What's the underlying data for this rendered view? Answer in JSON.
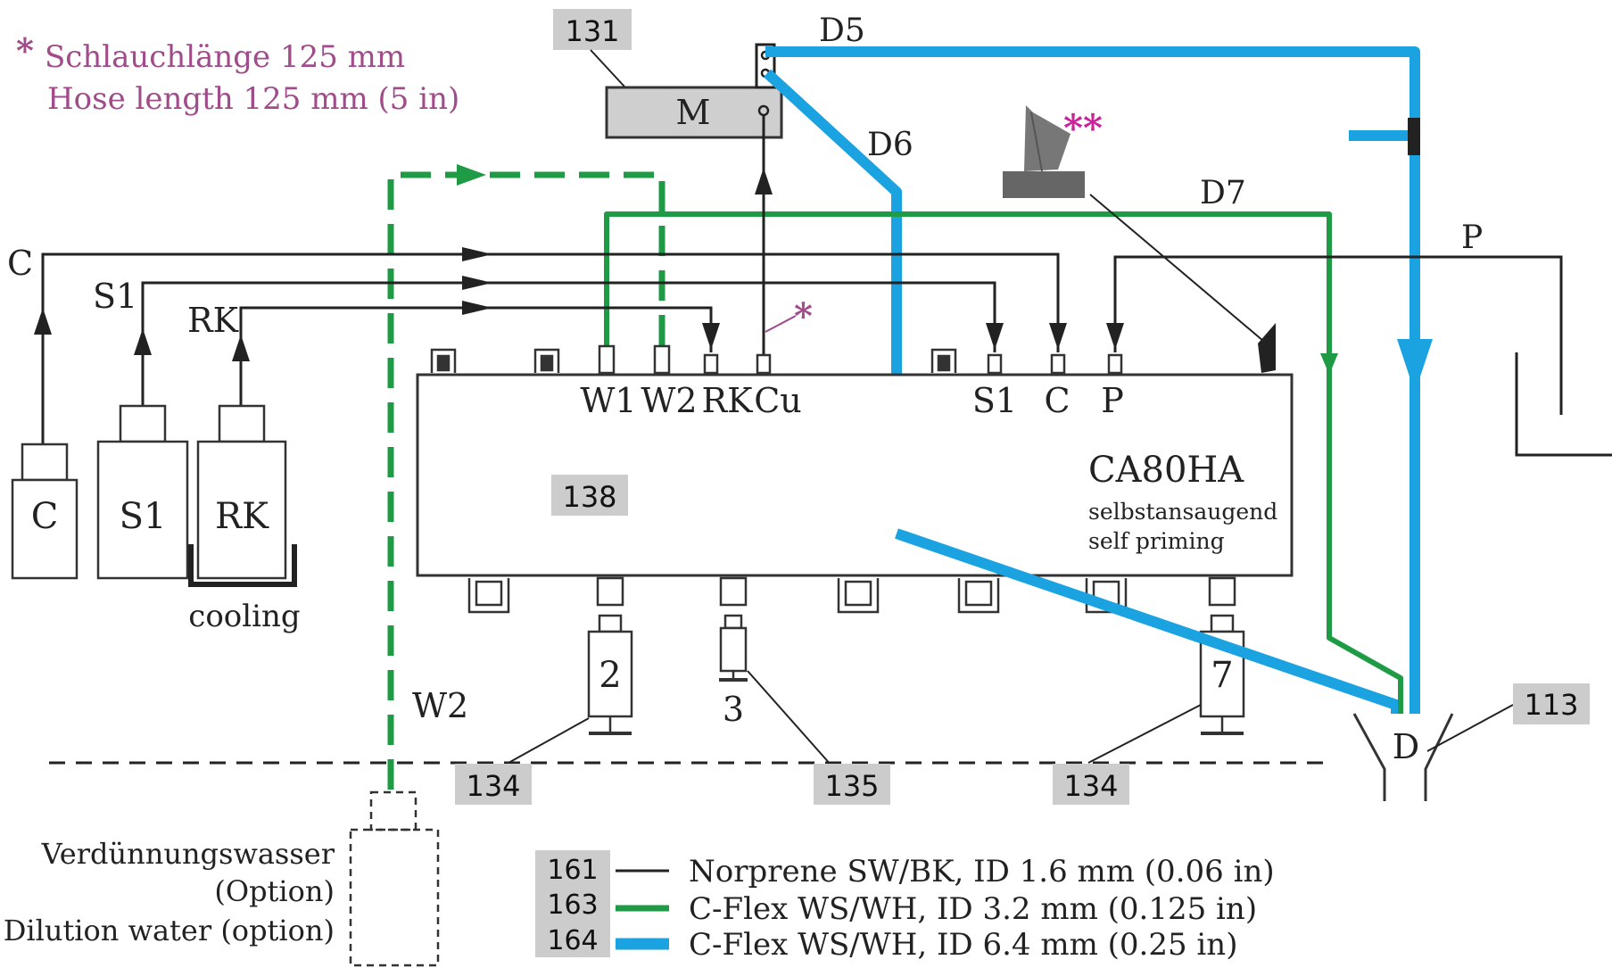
{
  "note": {
    "mark": "*",
    "line1": "Schlauchlänge 125 mm",
    "line2": "Hose length 125 mm (5 in)"
  },
  "callouts": {
    "c131": "131",
    "c138": "138",
    "c134a": "134",
    "c135": "135",
    "c134b": "134",
    "c113": "113"
  },
  "motor": {
    "label": "M"
  },
  "lines": {
    "D5": "D5",
    "D6": "D6",
    "D7": "D7",
    "P": "P",
    "C": "C",
    "S1": "S1",
    "RK": "RK",
    "W2": "W2"
  },
  "bottles": {
    "C": "C",
    "S1": "S1",
    "RK": "RK",
    "cooling": "cooling"
  },
  "unit": {
    "ports": [
      "W1",
      "W2",
      "RK",
      "Cu",
      "S1",
      "C",
      "P"
    ],
    "model": "CA80HA",
    "line1": "selbstansaugend",
    "line2": "self priming"
  },
  "pumps": {
    "p2": "2",
    "p3": "3",
    "p7": "7"
  },
  "drain": {
    "label": "D"
  },
  "marks": {
    "single": "*",
    "double": "**"
  },
  "dilution": {
    "line1": "Verdünnungswasser",
    "line2": "(Option)",
    "line3": "Dilution water (option)"
  },
  "legend": [
    {
      "code": "161",
      "text": "Norprene SW/BK, ID 1.6 mm (0.06 in)",
      "color": "#222222"
    },
    {
      "code": "163",
      "text": "C-Flex WS/WH, ID 3.2 mm (0.125 in)",
      "color": "#1f9b45"
    },
    {
      "code": "164",
      "text": "C-Flex WS/WH, ID 6.4 mm (0.25 in)",
      "color": "#1aa3e0"
    }
  ],
  "colors": {
    "black_hose": "#222222",
    "green_hose": "#1f9b45",
    "blue_hose": "#1aa3e0",
    "callout_bg": "#cccccc",
    "note_pink": "#a04b8a"
  }
}
